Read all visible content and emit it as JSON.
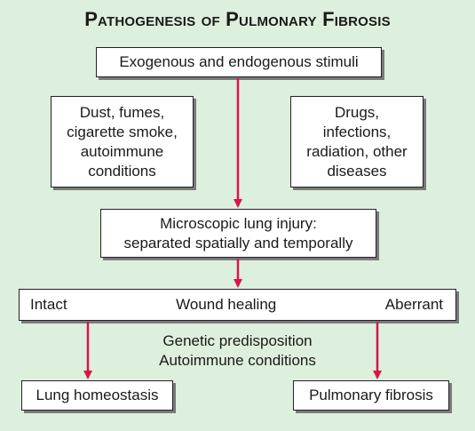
{
  "title": "Pathogenesis of Pulmonary Fibrosis",
  "colors": {
    "background": "#ddefdd",
    "arrow": "#d6164a",
    "box_border": "#222222",
    "box_shadow": "#7a7a7a"
  },
  "nodes": {
    "stimuli": "Exogenous and endogenous stimuli",
    "left_factors": [
      "Dust, fumes,",
      "cigarette smoke,",
      "autoimmune",
      "conditions"
    ],
    "right_factors": [
      "Drugs,",
      "infections,",
      "radiation, other",
      "diseases"
    ],
    "injury": [
      "Microscopic lung injury:",
      "separated spatially and temporally"
    ],
    "healing": {
      "intact": "Intact",
      "center": "Wound healing",
      "aberrant": "Aberrant"
    },
    "modifiers": [
      "Genetic predisposition",
      "Autoimmune conditions"
    ],
    "homeostasis": "Lung homeostasis",
    "fibrosis": "Pulmonary fibrosis"
  }
}
